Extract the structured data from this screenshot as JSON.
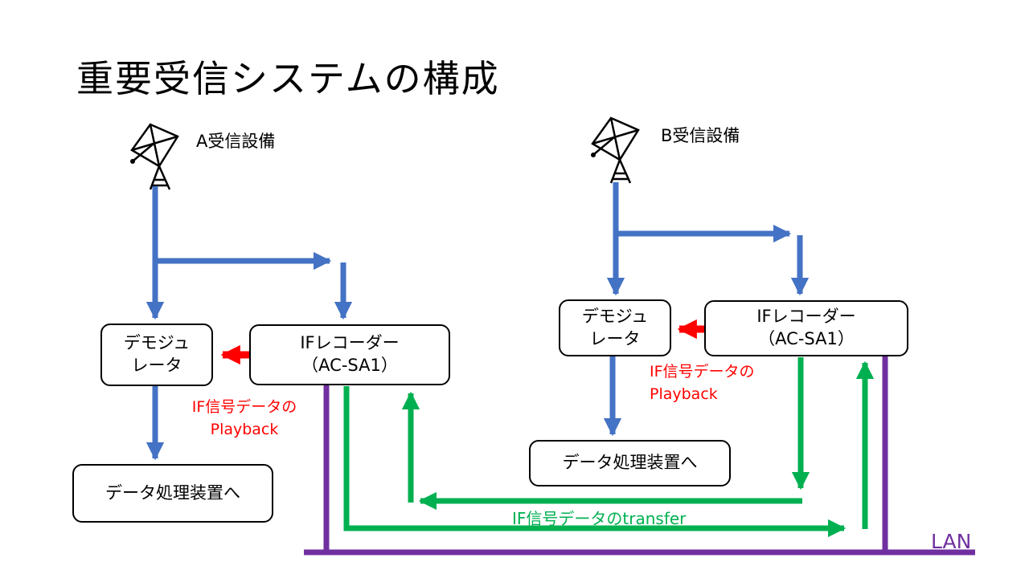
{
  "title": "重要受信システムの構成",
  "colors": {
    "blue": "#4472C4",
    "red": "#FF0000",
    "green": "#00B050",
    "purple": "#7030A0"
  },
  "system_a": {
    "antenna_label": "A受信設備",
    "demodulator_label": "デモジュ\nレータ",
    "if_recorder_label": "IFレコーダー\n（AC-SA1）",
    "data_processor_label": "データ処理装置へ",
    "playback_label": "IF信号データの\nPlayback"
  },
  "system_b": {
    "antenna_label": "B受信設備",
    "demodulator_label": "デモジュ\nレータ",
    "if_recorder_label": "IFレコーダー\n（AC-SA1）",
    "data_processor_label": "データ処理装置へ",
    "playback_label": "IF信号データの\nPlayback"
  },
  "transfer_label": "IF信号データのtransfer",
  "lan_label": "LAN"
}
